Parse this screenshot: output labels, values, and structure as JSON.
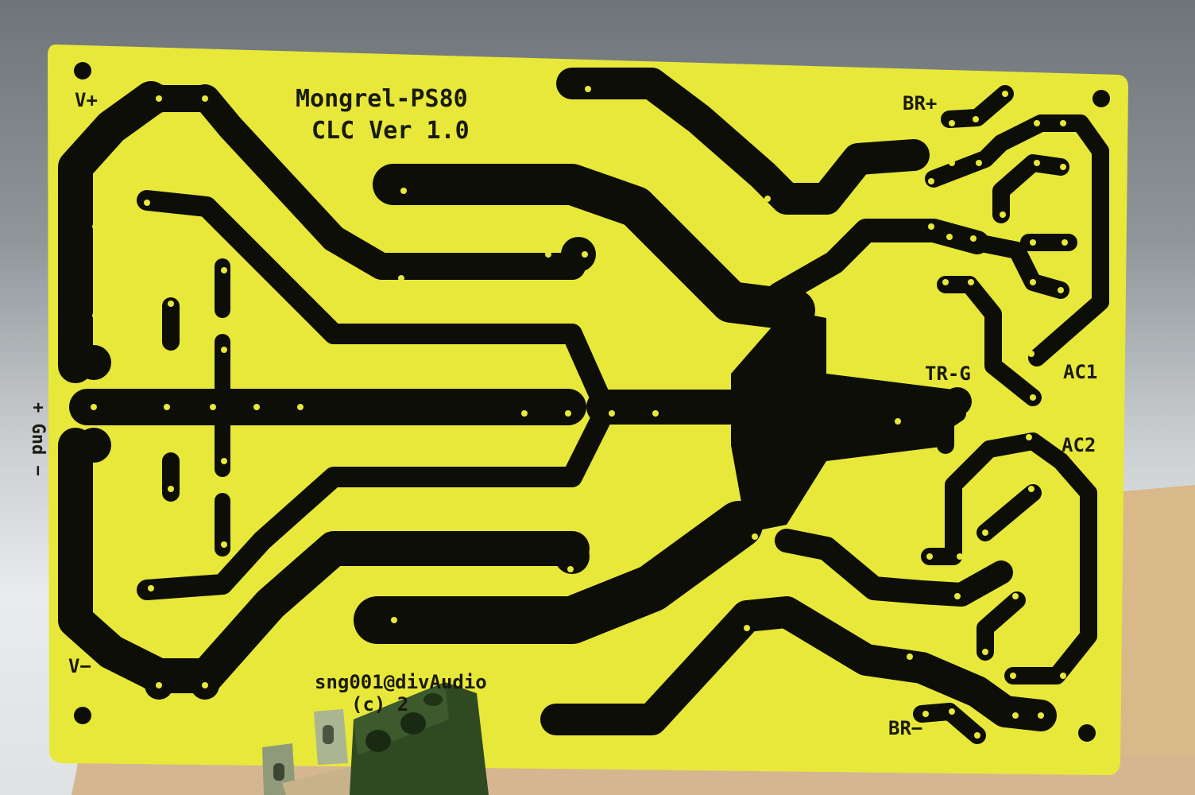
{
  "image": {
    "subject": "Yellow printed circuit board with black copper traces, held upright, with a green screw terminal block and spade connectors in the foreground"
  },
  "silkscreen": {
    "title": "Mongrel-PS80",
    "version": "CLC Ver 1.0",
    "v_plus": "V+",
    "v_minus": "V−",
    "gnd": "+ Gnd −",
    "br_plus": "BR+",
    "br_minus": "BR−",
    "ac1": "AC1",
    "ac2": "AC2",
    "tr_g": "TR-G",
    "email": "sng001@divAudio",
    "copyright": "(c) 2"
  },
  "colors": {
    "board": "#e8e83a",
    "trace": "#0e0e08",
    "terminal": "#2f4a22",
    "wood": "#d9b98a"
  }
}
